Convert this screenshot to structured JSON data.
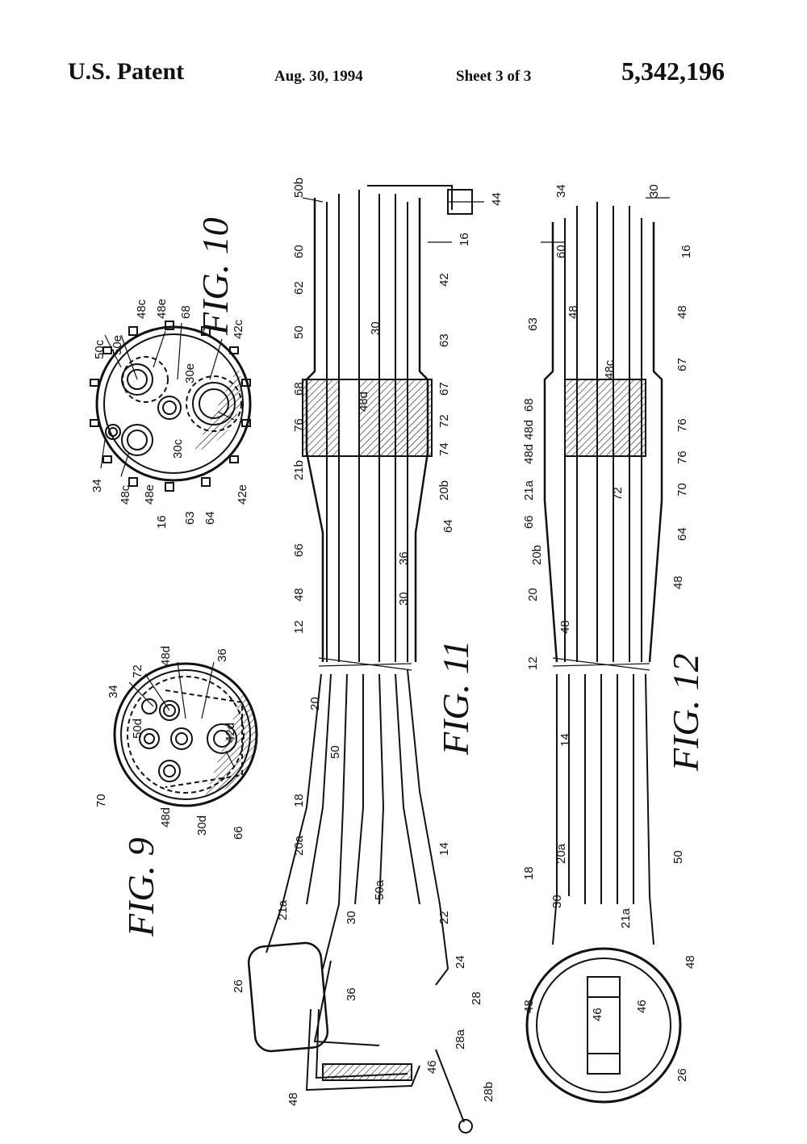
{
  "header": {
    "left": "U.S. Patent",
    "date": "Aug. 30, 1994",
    "sheet": "Sheet 3 of 3",
    "number": "5,342,196"
  },
  "figures": {
    "fig9": "FIG. 9",
    "fig10": "FIG. 10",
    "fig11": "FIG. 11",
    "fig12": "FIG. 12"
  },
  "labels": {
    "fig10": [
      "50c",
      "50e",
      "48c",
      "48e",
      "68",
      "30e",
      "42c",
      "42e",
      "64",
      "63",
      "16",
      "48e",
      "48c",
      "34",
      "30c"
    ],
    "fig9": [
      "34",
      "72",
      "48d",
      "36",
      "50d",
      "42d",
      "70",
      "48d",
      "30d",
      "66"
    ],
    "fig11": [
      "50b",
      "60",
      "62",
      "50",
      "68",
      "76",
      "21b",
      "66",
      "48",
      "12",
      "44",
      "16",
      "42",
      "30",
      "63",
      "67",
      "72",
      "74",
      "20b",
      "64",
      "36",
      "30",
      "48d",
      "20",
      "50",
      "18",
      "20a",
      "21a",
      "26",
      "48",
      "36",
      "30",
      "50a",
      "22",
      "24",
      "28",
      "28a",
      "28b",
      "46",
      "14"
    ],
    "fig12": [
      "34",
      "30",
      "60",
      "16",
      "63",
      "48",
      "48",
      "67",
      "48c",
      "68",
      "48d",
      "76",
      "48d",
      "76",
      "21a",
      "70",
      "66",
      "72",
      "64",
      "20b",
      "20",
      "48",
      "48",
      "12",
      "14",
      "20a",
      "18",
      "50",
      "30",
      "21a",
      "48",
      "48",
      "46",
      "46",
      "26"
    ]
  },
  "colors": {
    "ink": "#111111",
    "paper": "#ffffff"
  }
}
